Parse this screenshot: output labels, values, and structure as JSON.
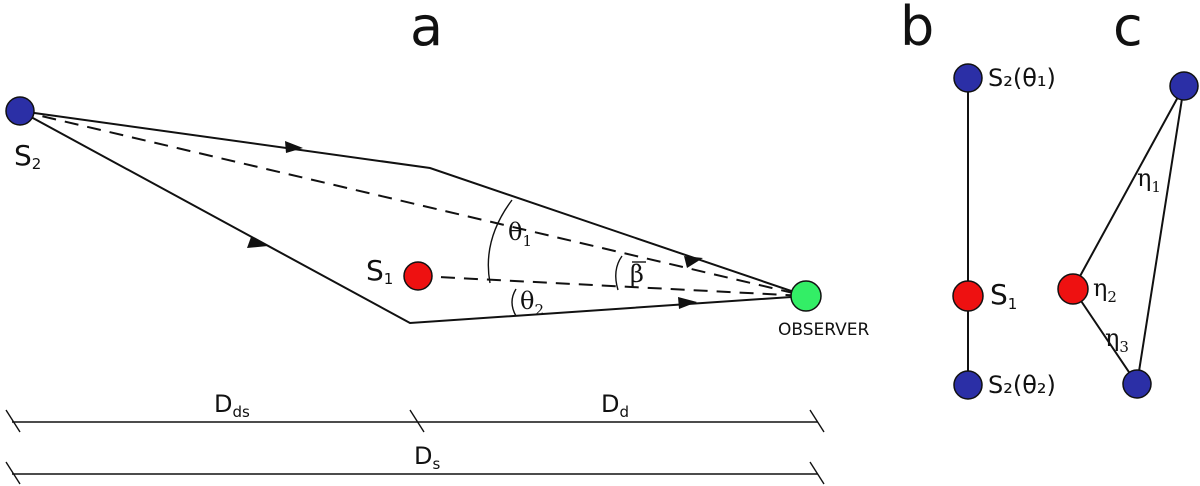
{
  "panels": {
    "a": "a",
    "b": "b",
    "c": "c"
  },
  "panel_a": {
    "source2_label": "S",
    "source2_sub": "2",
    "source1_label": "S",
    "source1_sub": "1",
    "observer_label": "OBSERVER",
    "theta1": "θ",
    "theta1_sub": "1",
    "theta2": "θ",
    "theta2_sub": "2",
    "beta": "β",
    "dist_ds_main": "D",
    "dist_ds_sub": "ds",
    "dist_d_main": "D",
    "dist_d_sub": "d",
    "dist_s_main": "D",
    "dist_s_sub": "s"
  },
  "panel_b": {
    "top_label": "S₂(θ₁)",
    "mid_label": "S",
    "mid_sub": "1",
    "bottom_label": "S₂(θ₂)"
  },
  "panel_c": {
    "eta1": "η",
    "eta1_sub": "1",
    "eta2": "η",
    "eta2_sub": "2",
    "eta3": "η",
    "eta3_sub": "3"
  },
  "colors": {
    "source2": "#2b2fa6",
    "source1": "#ee1111",
    "observer": "#33ee66",
    "line": "#111111"
  }
}
